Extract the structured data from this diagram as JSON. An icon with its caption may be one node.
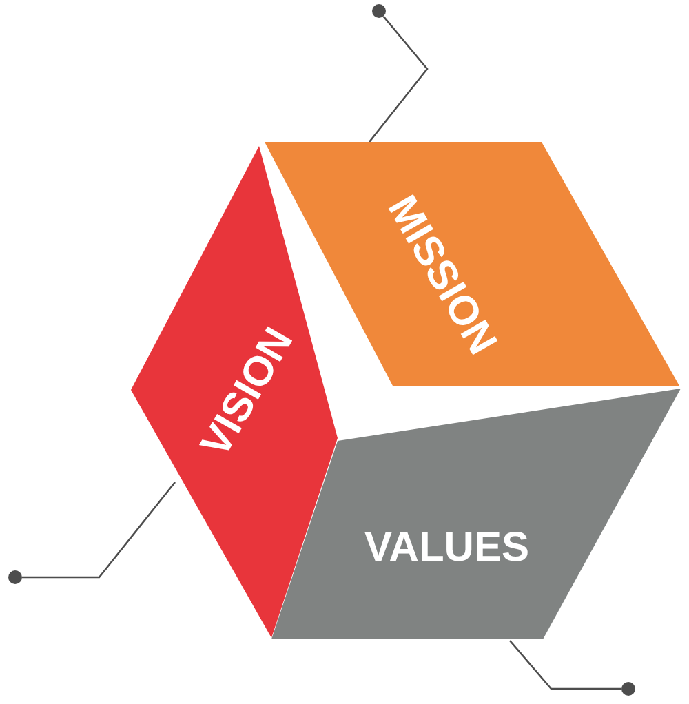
{
  "diagram": {
    "nodes": [
      {
        "text": [],
        "shape": "circle"
      },
      {
        "text": [
          "MISSION"
        ]
      },
      {
        "text": [
          "VISION"
        ]
      },
      {
        "text": [
          "VALUES"
        ]
      },
      {
        "text": [],
        "shape": "circle"
      },
      {
        "text": [],
        "shape": "circle"
      }
    ],
    "edges": [
      {
        "from": 0,
        "to": 1,
        "arrow": "none"
      },
      {
        "from": 4,
        "to": 2,
        "arrow": "none"
      },
      {
        "from": 5,
        "to": 3,
        "arrow": "none"
      }
    ]
  }
}
